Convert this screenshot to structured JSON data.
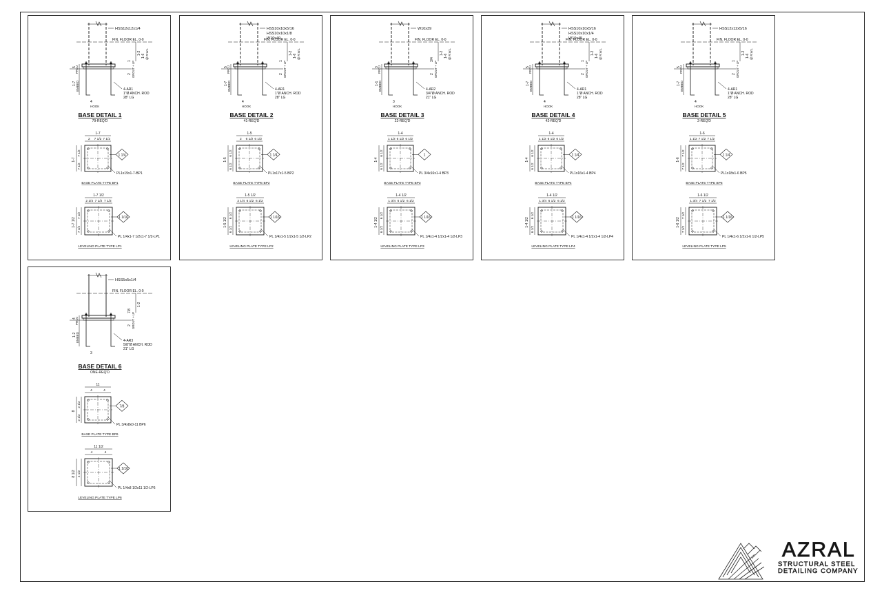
{
  "details": [
    {
      "id": "1",
      "column": [
        "HSS12x12x1/4"
      ],
      "floor": "FIN. FLOOR EL. 0-0",
      "el_top": "1-2",
      "el_top_note": "1-6",
      "el_note": "@ R.W.L",
      "proj": "PROJ",
      "proj_val": "5",
      "embed": "EMBED",
      "embed_val": "1-7",
      "grout": "GROUT + LP",
      "grout_val": "2",
      "grout_top": "1",
      "hook_val": "4",
      "hook": "HOOK",
      "rod": [
        "4-AR1",
        "1\"Ø ANCH. ROD",
        "28\" LG"
      ],
      "title": "BASE DETAIL 1",
      "req": "79-REQ'D",
      "bp": {
        "overall": "1-7",
        "top_dims": [
          "2",
          "7 1/2",
          "7 1/2"
        ],
        "side_dims": [
          "7 1/2",
          "7 1/2"
        ],
        "side_overall": "1-7",
        "weld": "1 1/4",
        "callout": "PL1x19x1-7-BP1",
        "title": "BASE PLATE TYPE BP1"
      },
      "lp": {
        "overall": "1-7 1/2",
        "top_dims": [
          "2 1/4",
          "7 1/2",
          "7 1/2"
        ],
        "side_dims": [
          "7 1/2",
          "7 1/2"
        ],
        "side_overall": "1-7 1/2",
        "weld": "1 1/16",
        "callout": "PL 1/4x1-7 1/2x1-7 1/2-LP1",
        "title": "LEVELING PLATE TYPE LP1"
      }
    },
    {
      "id": "2",
      "column": [
        "HSS10x10x5/16",
        "HSS10x10x1/8",
        "W10x49"
      ],
      "floor": "FIN. FLOOR EL. 0-0",
      "el_top": "1-2",
      "el_top_note": "1-6",
      "el_note": "@ R.W.L",
      "proj": "PROJ",
      "proj_val": "5",
      "embed": "EMBED",
      "embed_val": "1-7",
      "grout": "GROUT + LP",
      "grout_val": "2",
      "grout_top": "1",
      "hook_val": "4",
      "hook": "HOOK",
      "rod": [
        "4-AR1",
        "1\"Ø ANCH. ROD",
        "28\" LG"
      ],
      "title": "BASE DETAIL 2",
      "req": "41-REQ'D",
      "bp": {
        "overall": "1-5",
        "top_dims": [
          "2",
          "6 1/2",
          "6 1/2"
        ],
        "side_dims": [
          "6 1/2",
          "6 1/2"
        ],
        "side_overall": "1-5",
        "weld": "1 1/4",
        "callout": "PL1x17x1-5 BP2",
        "title": "BASE PLATE TYPE BP2"
      },
      "lp": {
        "overall": "1-5 1/2",
        "top_dims": [
          "2 1/4",
          "6 1/2",
          "6 1/2"
        ],
        "side_dims": [
          "6 1/2",
          "6 1/2"
        ],
        "side_overall": "1-5 1/2",
        "weld": "1 1/16",
        "callout": "PL 1/4x1-5 1/2x1-5 1/2-LP2",
        "title": "LEVELING PLATE TYPE LP2"
      }
    },
    {
      "id": "3",
      "column": [
        "W10x39"
      ],
      "floor": "FIN. FLOOR EL. 0-0",
      "el_top": "1-2",
      "el_top_note": "1-6",
      "el_note": "@ R.W.L",
      "proj": "PROJ",
      "proj_val": "3",
      "embed": "EMBED",
      "embed_val": "1-1",
      "grout": "GROUT + LP",
      "grout_val": "2",
      "grout_top": "3/4",
      "hook_val": "3",
      "hook": "HOOK",
      "rod": [
        "4-AR2",
        "3/4\"Ø ANCH. ROD",
        "21\" LG"
      ],
      "title": "BASE DETAIL 3",
      "req": "22-REQ'D",
      "bp": {
        "overall": "1-4",
        "top_dims": [
          "1 1/2",
          "6 1/2",
          "6 1/2"
        ],
        "side_dims": [
          "6 1/2",
          "6 1/2"
        ],
        "side_overall": "1-4",
        "weld": "1",
        "callout": "PL 3/4x16x1-4 BP3",
        "title": "BASE PLATE TYPE BP3"
      },
      "lp": {
        "overall": "1-4 1/2",
        "top_dims": [
          "1 3/4",
          "6 1/2",
          "6 1/2"
        ],
        "side_dims": [
          "6 1/2",
          "6 1/2"
        ],
        "side_overall": "1-4 1/2",
        "weld": "1 1/16",
        "callout": "PL 1/4x1-4 1/2x1-4 1/2-LP3",
        "title": "LEVELING PLATE TYPE LP3"
      }
    },
    {
      "id": "4",
      "column": [
        "HSS10x10x5/16",
        "HSS10x10x1/4",
        "W10x45"
      ],
      "floor": "FIN. FLOOR EL. 0-0",
      "el_top": "1-2",
      "el_top_note": "1-6",
      "el_note": "@ R.W.L",
      "proj": "PROJ",
      "proj_val": "5",
      "embed": "EMBED",
      "embed_val": "1-7",
      "grout": "GROUT + LP",
      "grout_val": "2",
      "grout_top": "1",
      "hook_val": "4",
      "hook": "HOOK",
      "rod": [
        "4-AR1",
        "1\"Ø ANCH. ROD",
        "28\" LG"
      ],
      "title": "BASE DETAIL 4",
      "req": "42-REQ'D",
      "bp": {
        "overall": "1-4",
        "top_dims": [
          "1 1/2",
          "6 1/2",
          "6 1/2"
        ],
        "side_dims": [
          "6 1/2",
          "6 1/2"
        ],
        "side_overall": "1-4",
        "weld": "1 1/4",
        "callout": "PL1x16x1-4 BP4",
        "title": "BASE PLATE TYPE BP4"
      },
      "lp": {
        "overall": "1-4 1/2",
        "top_dims": [
          "1 3/4",
          "6 1/2",
          "6 1/2"
        ],
        "side_dims": [
          "6 1/2",
          "6 1/2"
        ],
        "side_overall": "1-4 1/2",
        "weld": "1 1/16",
        "callout": "PL 1/4x1-4 1/2x1-4 1/2-LP4",
        "title": "LEVELING PLATE TYPE LP4"
      }
    },
    {
      "id": "5",
      "column": [
        "HSS12x12x5/16"
      ],
      "floor": "FIN. FLOOR EL. 0-0",
      "el_top": "1-2",
      "el_top_note": "1-6",
      "el_note": "@ R.W.L",
      "proj": "PROJ",
      "proj_val": "5",
      "embed": "EMBED",
      "embed_val": "1-7",
      "grout": "GROUT + LP",
      "grout_val": "2",
      "grout_top": "1",
      "hook_val": "4",
      "hook": "HOOK",
      "rod": [
        "4-AR1",
        "1\"Ø ANCH. ROD",
        "28\" LG"
      ],
      "title": "BASE DETAIL 5",
      "req": "2-REQ'D",
      "bp": {
        "overall": "1-6",
        "top_dims": [
          "1 1/2",
          "7 1/2",
          "7 1/2"
        ],
        "side_dims": [
          "7 1/2",
          "7 1/2"
        ],
        "side_overall": "1-6",
        "weld": "1 1/4",
        "callout": "PL1x18x1-6 BP5",
        "title": "BASE PLATE TYPE BP5"
      },
      "lp": {
        "overall": "1-6 1/2",
        "top_dims": [
          "1 3/4",
          "7 1/2",
          "7 1/2"
        ],
        "side_dims": [
          "7 1/2",
          "7 1/2"
        ],
        "side_overall": "1-6 1/2",
        "weld": "1 1/16",
        "callout": "PL 1/4x1-6 1/2x1-6 1/2-LP5",
        "title": "LEVELING PLATE TYPE LP5"
      }
    },
    {
      "id": "6",
      "column": [
        "HSS5x5x1/4"
      ],
      "floor": "FIN. FLOOR EL. 0-0",
      "el_top": "1-2",
      "el_top_note": "",
      "el_note": "",
      "proj": "PROJ",
      "proj_val": "4",
      "embed": "EMBED",
      "embed_val": "1-2",
      "grout": "GROUT + LP",
      "grout_val": "2",
      "grout_top": "7/8",
      "hook_val": "3",
      "hook": "",
      "rod": [
        "4-AR3",
        "5/8\"Ø ANCH. ROD",
        "21\" LG"
      ],
      "title": "BASE DETAIL 6",
      "req": "ONE-REQ'D",
      "bp": {
        "overall": "11",
        "top_dims": [
          "4",
          "4"
        ],
        "side_dims": [
          "2 1/2",
          "2 1/2"
        ],
        "side_overall": "8",
        "weld": "7/8",
        "callout": "PL 3/4x8x0-11 BP6",
        "title": "BASE PLATE TYPE BP6"
      },
      "lp": {
        "overall": "11 1/2",
        "top_dims": [
          "4",
          "4"
        ],
        "side_dims": [
          "2 1/2"
        ],
        "side_overall": "8 1/2",
        "weld": "1 1/16",
        "callout": "PL 1/4x8 1/2x11 1/2-LP6",
        "title": "LEVELING PLATE TYPE LP6"
      }
    }
  ],
  "logo": {
    "name": "AZRAL",
    "line1": "STRUCTURAL STEEL",
    "line2": "DETAILING COMPANY"
  }
}
